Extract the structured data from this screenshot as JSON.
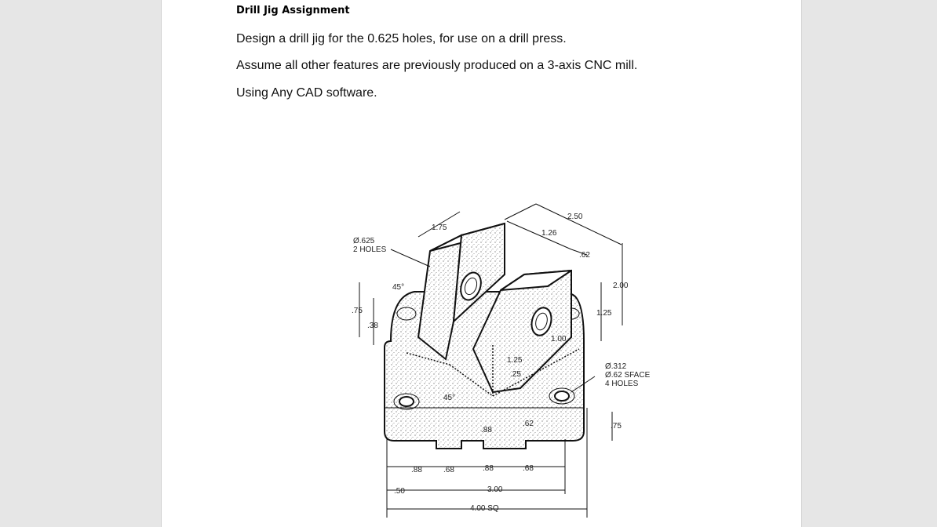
{
  "document": {
    "title": "Drill Jig Assignment",
    "paragraphs": [
      "Design a drill jig for the 0.625 holes, for use on a drill press.",
      "Assume all other features are previously produced on a 3-axis CNC mill.",
      "Using Any CAD software."
    ]
  },
  "drawing": {
    "labels": {
      "d175": "1.75",
      "d250": "2.50",
      "d126": "1.26",
      "d062top": ".62",
      "hole625": "Ø.625",
      "holes2": "2 HOLES",
      "ang45a": "45°",
      "d200": "2.00",
      "d125": "1.25",
      "d075left": ".75",
      "d038": ".38",
      "d100": "1.00",
      "d125b": "1.25",
      "d025": ".25",
      "hole312": "Ø.312",
      "sface": "Ø.62 SFACE",
      "holes4": "4 HOLES",
      "ang45b": "45°",
      "d088mid": ".88",
      "d062mid": ".62",
      "d075right": ".75",
      "d088a": ".88",
      "d068a": ".68",
      "d088b": ".88",
      "d068b": ".68",
      "d050": ".50",
      "d300": "3.00",
      "d400": "4.00 SQ"
    }
  }
}
